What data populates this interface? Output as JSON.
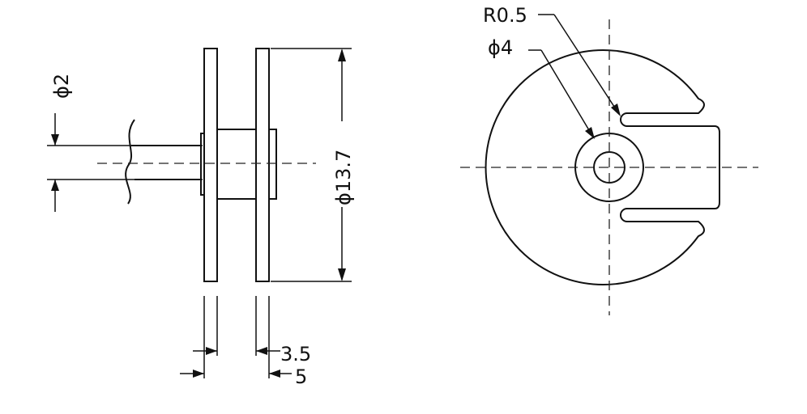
{
  "drawing": {
    "side_view": {
      "shaft_diameter_label": "ϕ2",
      "outer_diameter_label": "ϕ13.7",
      "inner_width_label": "3.5",
      "overall_width_label": "5"
    },
    "front_view": {
      "fillet_radius_label": "R0.5",
      "bore_diameter_label": "ϕ4"
    },
    "colors": {
      "ink": "#111111",
      "paper": "#ffffff"
    }
  }
}
